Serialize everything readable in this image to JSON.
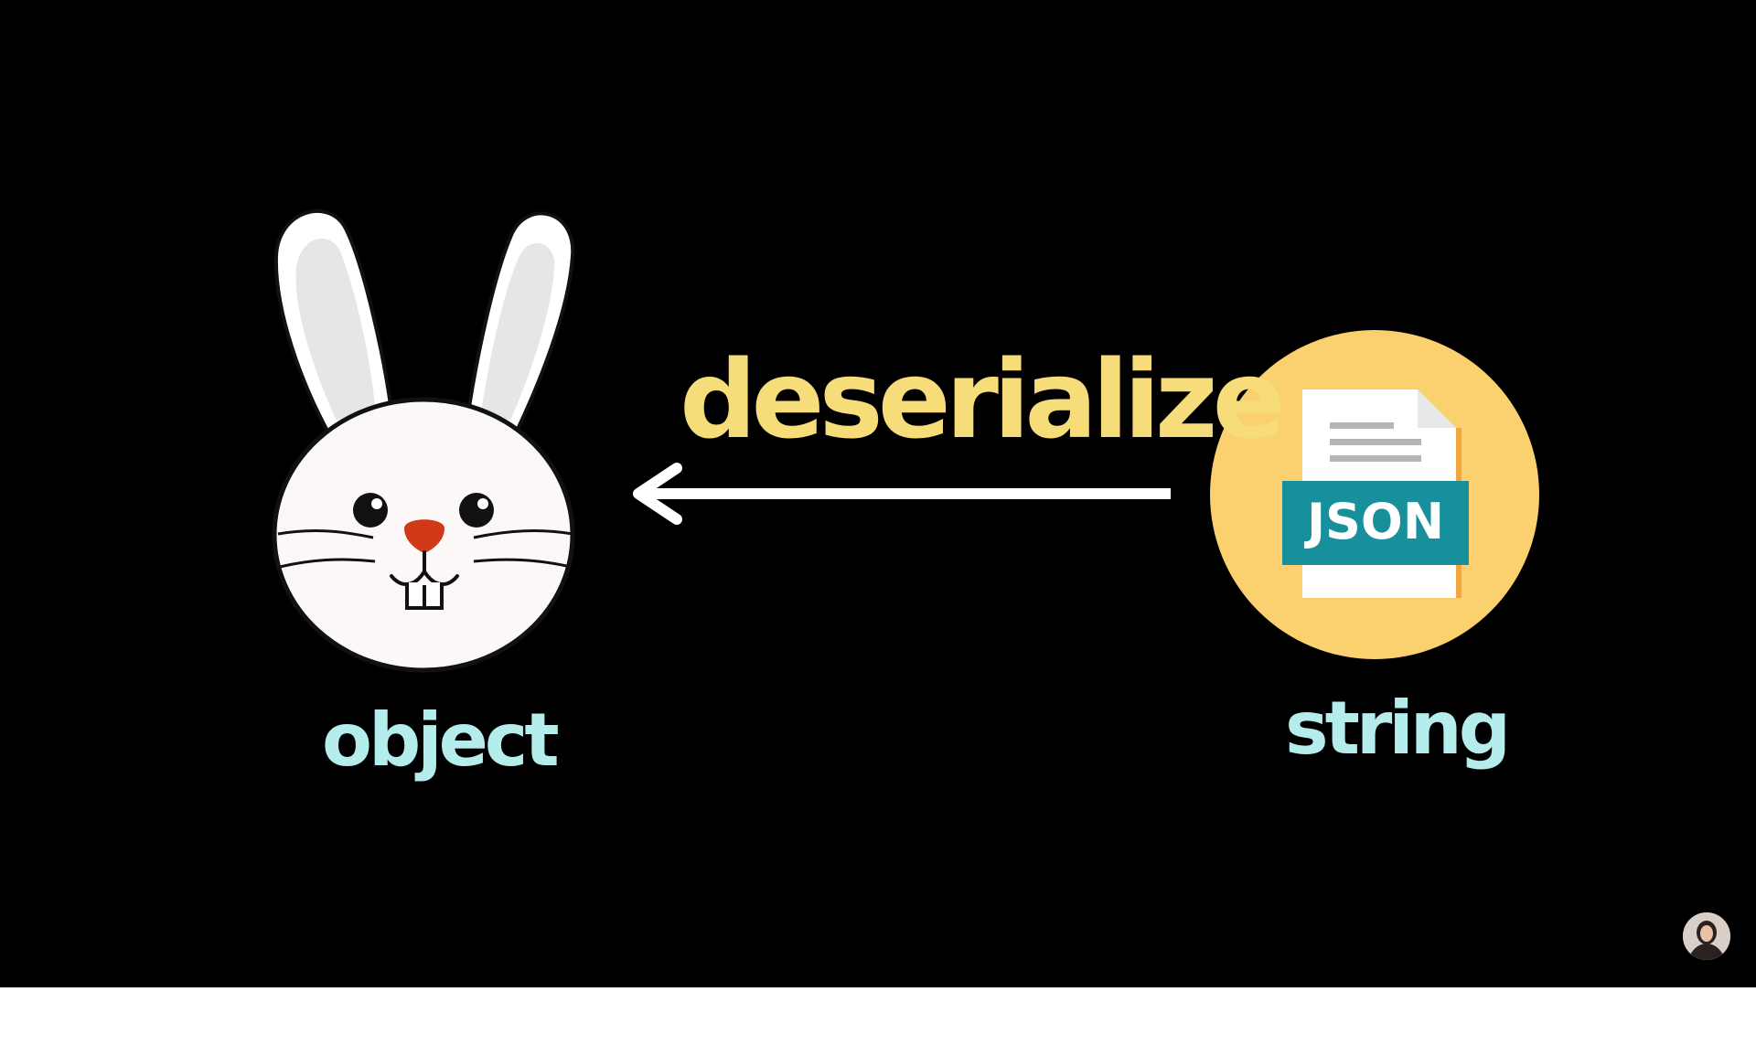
{
  "diagram": {
    "source": {
      "label": "string",
      "icon": "json-file-icon",
      "badge_text": "JSON"
    },
    "target": {
      "label": "object",
      "icon": "rabbit-icon"
    },
    "action": {
      "label": "deserialize",
      "direction": "string-to-object"
    }
  },
  "colors": {
    "background": "#000000",
    "object_label": "#b5ecec",
    "string_label": "#b5ecec",
    "action_label": "#f7dc7a",
    "arrow": "#ffffff",
    "json_circle": "#fbd06f",
    "json_band": "#17909c"
  }
}
